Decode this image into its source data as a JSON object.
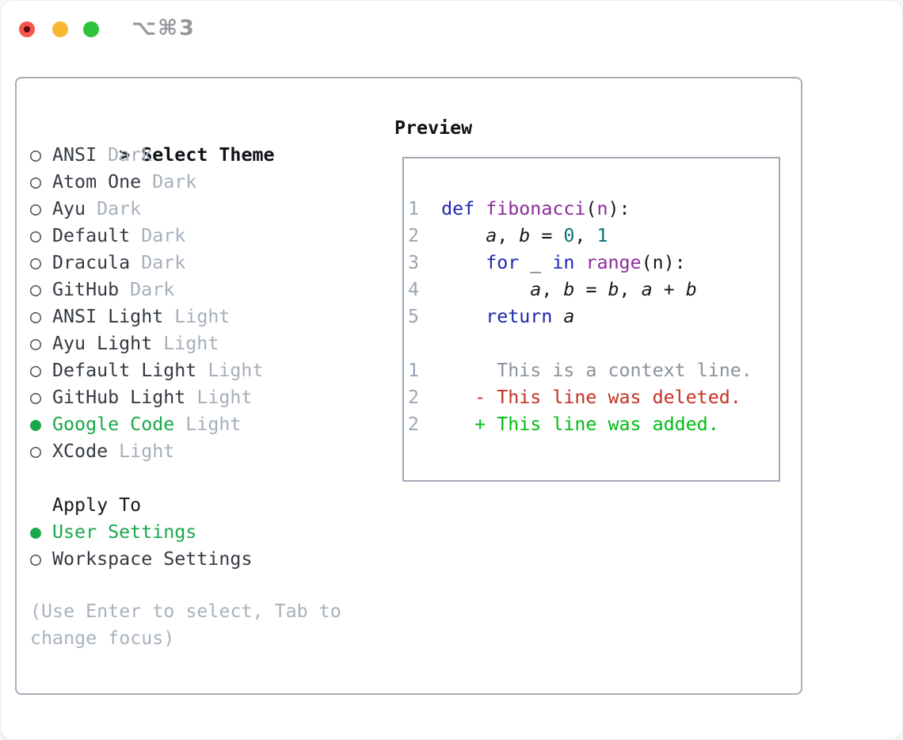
{
  "window": {
    "title": "⌥⌘3"
  },
  "glyphs": {
    "header_marker": ">",
    "radio": "○",
    "radio_selected": "●"
  },
  "left": {
    "header_label": "Select Theme",
    "themes": [
      {
        "name": "ANSI",
        "tag": "Dark",
        "selected": false
      },
      {
        "name": "Atom One",
        "tag": "Dark",
        "selected": false
      },
      {
        "name": "Ayu",
        "tag": "Dark",
        "selected": false
      },
      {
        "name": "Default",
        "tag": "Dark",
        "selected": false
      },
      {
        "name": "Dracula",
        "tag": "Dark",
        "selected": false
      },
      {
        "name": "GitHub",
        "tag": "Dark",
        "selected": false
      },
      {
        "name": "ANSI Light",
        "tag": "Light",
        "selected": false
      },
      {
        "name": "Ayu Light",
        "tag": "Light",
        "selected": false
      },
      {
        "name": "Default Light",
        "tag": "Light",
        "selected": false
      },
      {
        "name": "GitHub Light",
        "tag": "Light",
        "selected": false
      },
      {
        "name": "Google Code",
        "tag": "Light",
        "selected": true
      },
      {
        "name": "XCode",
        "tag": "Light",
        "selected": false
      }
    ],
    "apply_to": {
      "label": "Apply To",
      "options": [
        {
          "name": "User Settings",
          "selected": true
        },
        {
          "name": "Workspace Settings",
          "selected": false
        }
      ]
    },
    "hint_lines": [
      "(Use Enter to select, Tab to",
      "change focus)"
    ]
  },
  "preview": {
    "label": "Preview",
    "lines": [
      {
        "type": "code",
        "num": "1",
        "tokens": [
          [
            "def",
            "kw"
          ],
          [
            " ",
            "pl"
          ],
          [
            "fibonacci",
            "fn"
          ],
          [
            "(",
            "pl"
          ],
          [
            "n",
            "fn"
          ],
          [
            "):",
            "pl"
          ]
        ]
      },
      {
        "type": "code",
        "num": "2",
        "tokens": [
          [
            "    ",
            "pl"
          ],
          [
            "a",
            "var"
          ],
          [
            ", ",
            "pl"
          ],
          [
            "b",
            "var"
          ],
          [
            " = ",
            "pl"
          ],
          [
            "0",
            "lit"
          ],
          [
            ", ",
            "pl"
          ],
          [
            "1",
            "lit"
          ]
        ]
      },
      {
        "type": "code",
        "num": "3",
        "tokens": [
          [
            "    ",
            "pl"
          ],
          [
            "for",
            "kw"
          ],
          [
            " _ ",
            "pl"
          ],
          [
            "in",
            "kw"
          ],
          [
            " ",
            "pl"
          ],
          [
            "range",
            "fn"
          ],
          [
            "(n):",
            "pl"
          ]
        ]
      },
      {
        "type": "code",
        "num": "4",
        "tokens": [
          [
            "        ",
            "pl"
          ],
          [
            "a",
            "var"
          ],
          [
            ", ",
            "pl"
          ],
          [
            "b",
            "var"
          ],
          [
            " = ",
            "pl"
          ],
          [
            "b",
            "var"
          ],
          [
            ", ",
            "pl"
          ],
          [
            "a",
            "var"
          ],
          [
            " + ",
            "pl"
          ],
          [
            "b",
            "var"
          ]
        ]
      },
      {
        "type": "code",
        "num": "5",
        "tokens": [
          [
            "    ",
            "pl"
          ],
          [
            "return",
            "kw"
          ],
          [
            " ",
            "pl"
          ],
          [
            "a",
            "var"
          ]
        ]
      },
      {
        "type": "blank"
      },
      {
        "type": "diff",
        "num": "1",
        "marker": "",
        "text": "This is a context line.",
        "kind": "ctx"
      },
      {
        "type": "diff",
        "num": "2",
        "marker": "-",
        "text": "This line was deleted.",
        "kind": "del"
      },
      {
        "type": "diff",
        "num": "2",
        "marker": "+",
        "text": "This line was added.",
        "kind": "add"
      }
    ]
  },
  "colors": {
    "tl_red": "#f4564e",
    "tl_red_dot": "#5d0d10",
    "tl_yellow": "#f7b733",
    "tl_green": "#2fc23b",
    "title": "#95989d",
    "panel_border": "#a6aeb8",
    "pbox_border": "#a0a9b4",
    "selected_green": "#19a84b",
    "tag_gray": "#a6afba",
    "hint_gray": "#a9b2bd",
    "line_number": "#9aa6b4",
    "keyword": "#1e27ae",
    "function": "#8e2a9c",
    "literal": "#0b7373",
    "diff_context": "#8b929c",
    "diff_deleted": "#c43122",
    "diff_added": "#00bd13"
  }
}
